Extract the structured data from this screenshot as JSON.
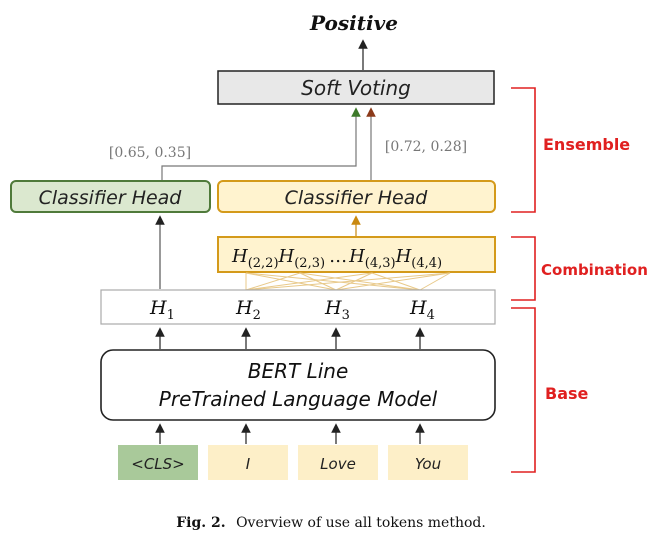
{
  "output_label": "Positive",
  "soft_voting_label": "Soft Voting",
  "prob_left": "[0.65, 0.35]",
  "prob_right": "[0.72, 0.28]",
  "classifier_head_left": "Classifier Head",
  "classifier_head_right": "Classifier Head",
  "combination_items": [
    {
      "base": "H",
      "sub": "(2,2)"
    },
    {
      "base": "H",
      "sub": "(2,3)"
    },
    {
      "base": "…",
      "sub": ""
    },
    {
      "base": "H",
      "sub": "(4,3)"
    },
    {
      "base": "H",
      "sub": "(4,4)"
    }
  ],
  "hidden_states": [
    {
      "base": "H",
      "sub": "1"
    },
    {
      "base": "H",
      "sub": "2"
    },
    {
      "base": "H",
      "sub": "3"
    },
    {
      "base": "H",
      "sub": "4"
    }
  ],
  "bert_line1": "BERT Line",
  "bert_line2": "PreTrained Language Model",
  "tokens": [
    "<CLS>",
    "I",
    "Love",
    "You"
  ],
  "sections": {
    "ensemble": "Ensemble",
    "combination": "Combination",
    "base": "Base"
  },
  "caption": {
    "label": "Fig. 2.",
    "text": "Overview of use all tokens method."
  },
  "colors": {
    "green_fill": "#dbe8cf",
    "green_stroke": "#4f7a3a",
    "yellow_fill": "#fff3cf",
    "yellow_stroke": "#d49a1a",
    "token_green": "#a9c99a",
    "token_yellow": "#fdefc8",
    "gray_box": "#e8e8e8",
    "red": "#e02020"
  }
}
